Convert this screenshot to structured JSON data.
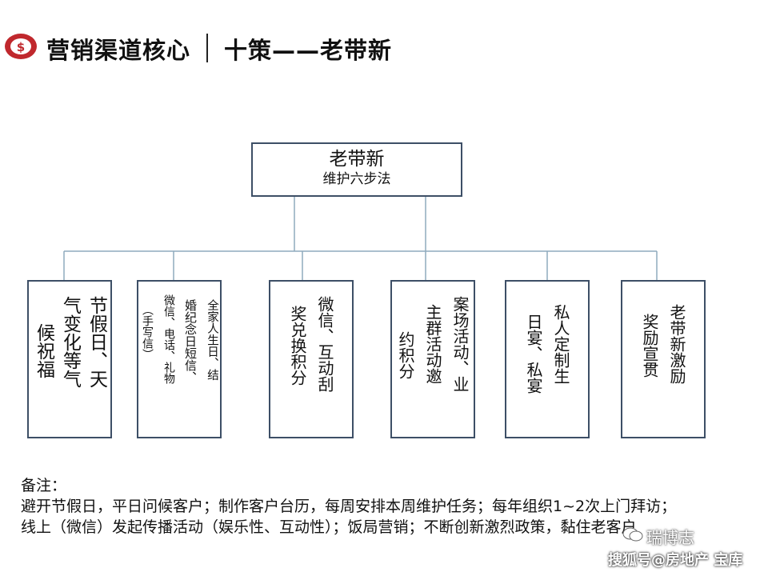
{
  "header": {
    "title": "营销渠道核心",
    "subtitle": "十策——老带新",
    "logo_symbol": "$",
    "accent_color": "#c0282d"
  },
  "root": {
    "title": "老带新",
    "subtitle": "维护六步法"
  },
  "children": [
    {
      "columns": [
        "节假日、天",
        "气变化等气",
        "候祝福"
      ]
    },
    {
      "columns": [
        "全家人生日、结",
        "婚纪念日短信、",
        "微信、电话、礼物",
        "（手写信）"
      ]
    },
    {
      "columns": [
        "微信、互动刮",
        "奖兑换积分"
      ]
    },
    {
      "columns": [
        "案场活动、业",
        "主群活动邀",
        "约积分"
      ]
    },
    {
      "columns": [
        "私人定制生",
        "日宴、私宴"
      ]
    },
    {
      "columns": [
        "老带新激励",
        "奖励宣贯"
      ]
    }
  ],
  "notes": {
    "label": "备注：",
    "lines": [
      "避开节假日，平日问候客户；制作客户台历，每周安排本周维护任务；每年组织1~2次上门拜访；",
      "线上（微信）发起传播活动（娱乐性、互动性）；饭局营销；不断创新激烈政策，黏住老客户"
    ]
  },
  "watermark": {
    "line1": "瑞博志",
    "line2": "搜狐号@房地产 宝库"
  },
  "colors": {
    "box_border": "#3d4f66",
    "connector": "#8faabd"
  }
}
